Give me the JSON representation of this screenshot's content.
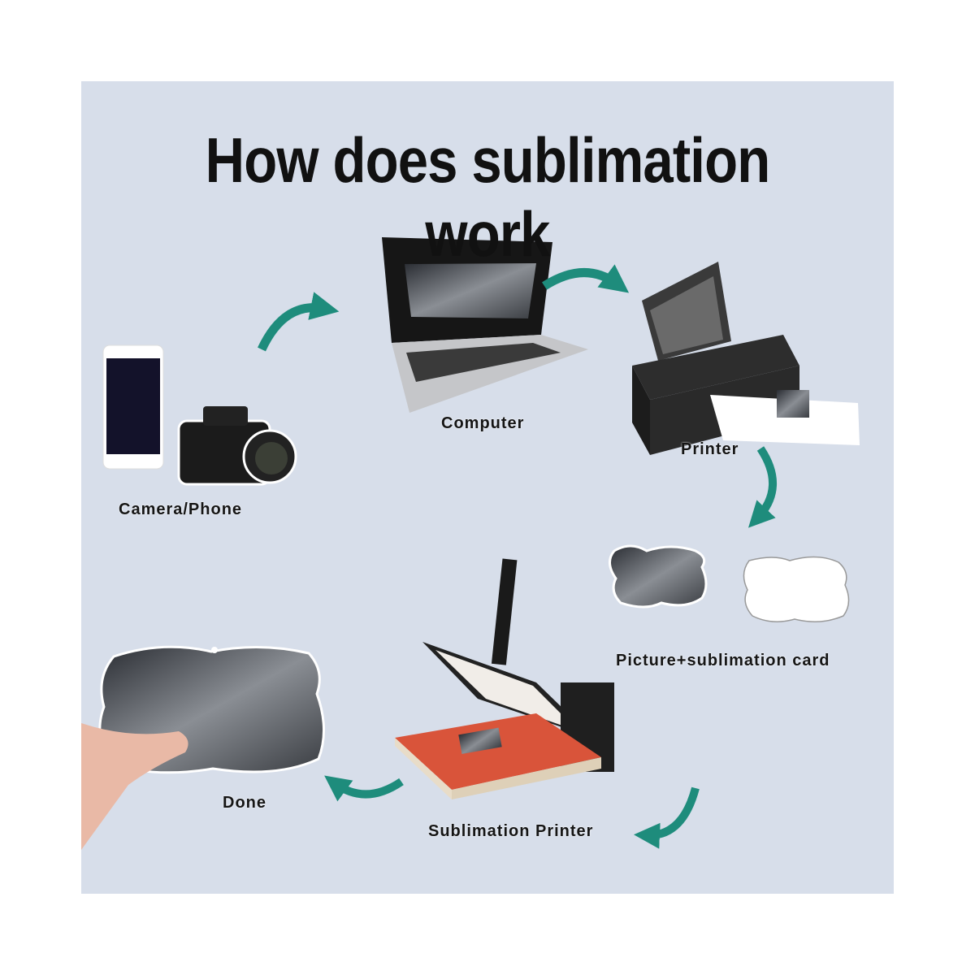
{
  "title": "How does sublimation work",
  "steps": [
    {
      "label": "Camera/Phone"
    },
    {
      "label": "Computer"
    },
    {
      "label": "Printer"
    },
    {
      "label": "Picture+sublimation card"
    },
    {
      "label": "Sublimation Printer"
    },
    {
      "label": "Done"
    }
  ],
  "colors": {
    "background": "#d7deea",
    "arrow": "#1e8c7c",
    "press_pad": "#d9543a"
  }
}
